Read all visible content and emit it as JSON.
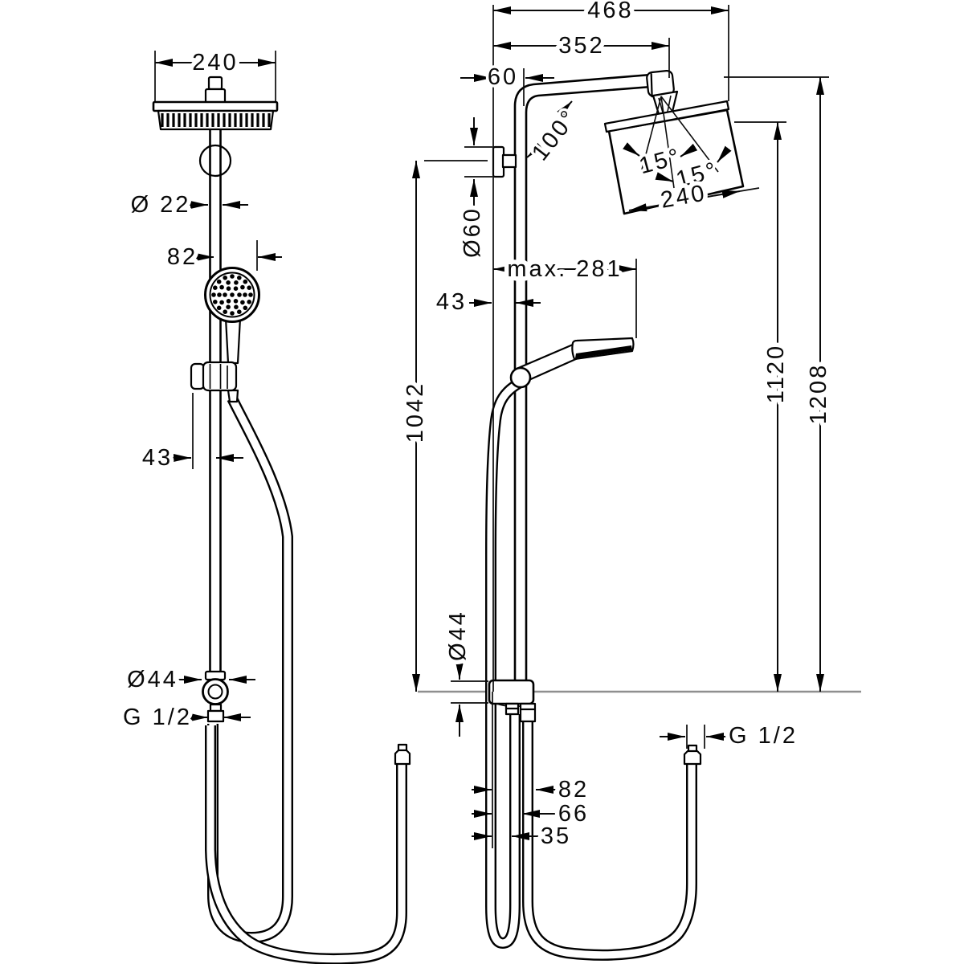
{
  "colors": {
    "outline": "#000000",
    "dimension": "#0a0a0a",
    "wall_reference_line": "#8f8f8f",
    "background": "#ffffff"
  },
  "front": {
    "head_width": "240",
    "pipe_diameter": "Ø 22",
    "hand_shower_offset": "82",
    "holder_offset": "43",
    "wall_union_diameter": "Ø44",
    "thread": "G 1/2"
  },
  "side": {
    "reach_total": "468",
    "reach_arm": "352",
    "wall_clearance": "60",
    "arm_angle": "100°",
    "tilt_inner": "15°",
    "tilt_outer": "15°",
    "head_depth": "240",
    "escutcheon_diameter": "Ø60",
    "reach_hand_shower_max": "max. 281",
    "wall_to_pipe": "43",
    "height_bracket_to_outlet": "1042",
    "height_head": "1120",
    "height_total": "1208",
    "union_diameter": "Ø44",
    "hose_thread": "G 1/2",
    "hose_depth_outer": "82",
    "hose_depth_mid": "66",
    "hose_depth_inner": "35"
  }
}
